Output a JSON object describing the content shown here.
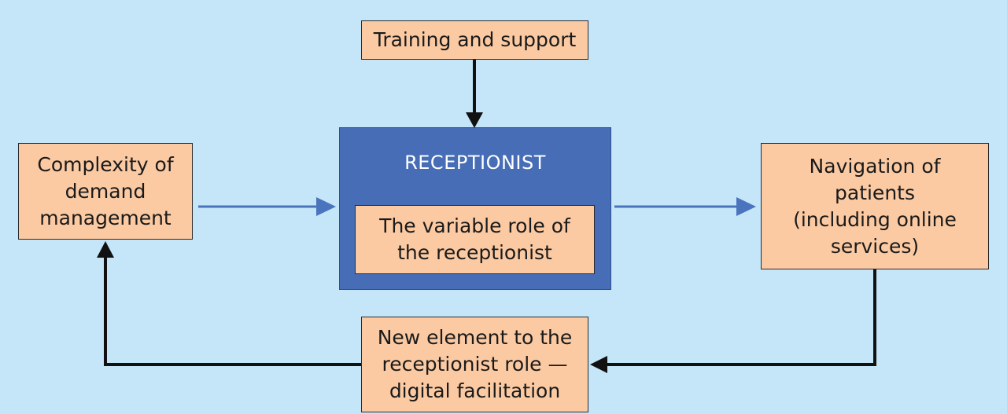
{
  "colors": {
    "background": "#c5e5f8",
    "box_fill": "#fbcaa3",
    "receptionist_fill": "#466db5",
    "blue_arrow": "#4a74bd",
    "black_arrow": "#111111"
  },
  "boxes": {
    "training": {
      "lines": [
        "Training and support"
      ]
    },
    "complexity": {
      "lines": [
        "Complexity of",
        "demand",
        "management"
      ]
    },
    "receptionist": {
      "title": "RECEPTIONIST",
      "inner_lines": [
        "The variable role of",
        "the receptionist"
      ]
    },
    "navigation": {
      "lines": [
        "Navigation of",
        "patients",
        "(including online",
        "services)"
      ]
    },
    "digital": {
      "lines": [
        "New element to the",
        "receptionist role —",
        "digital facilitation"
      ]
    }
  }
}
